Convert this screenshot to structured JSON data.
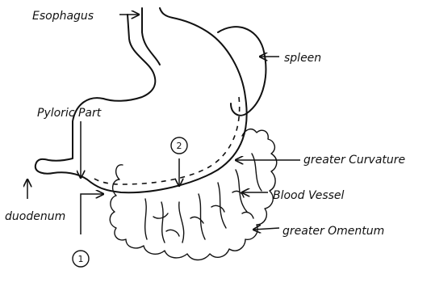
{
  "labels": {
    "esophagus": "Esophagus",
    "spleen": "spleen",
    "pyloric_part": "Pyloric Part",
    "greater_curvature": "greater Curvature",
    "blood_vessel": "Blood Vessel",
    "greater_omentum": "greater Omentum",
    "duodenum": "duodenum",
    "marker_1": "1",
    "marker_2": "2"
  }
}
